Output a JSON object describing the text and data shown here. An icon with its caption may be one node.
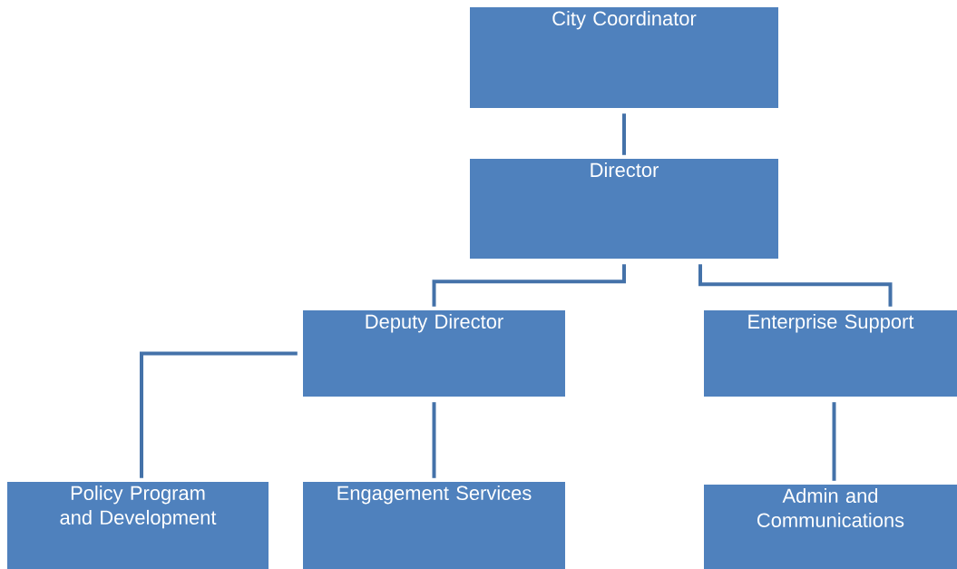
{
  "diagram": {
    "nodes": [
      {
        "text": [
          "City Coordinator"
        ]
      },
      {
        "text": [
          "Director"
        ]
      },
      {
        "text": [
          "Deputy Director"
        ]
      },
      {
        "text": [
          "Enterprise Support"
        ]
      },
      {
        "text": [
          "Policy Program and Development"
        ]
      },
      {
        "text": [
          "Engagement Services"
        ]
      },
      {
        "text": [
          "Admin and Communications"
        ]
      }
    ],
    "edges": [
      {
        "from": 0,
        "to": 1,
        "arrow": "none"
      },
      {
        "from": 1,
        "to": 2,
        "arrow": "none"
      },
      {
        "from": 1,
        "to": 3,
        "arrow": "none"
      },
      {
        "from": 2,
        "to": 4,
        "arrow": "none"
      },
      {
        "from": 2,
        "to": 5,
        "arrow": "none"
      },
      {
        "from": 3,
        "to": 6,
        "arrow": "none"
      }
    ]
  }
}
